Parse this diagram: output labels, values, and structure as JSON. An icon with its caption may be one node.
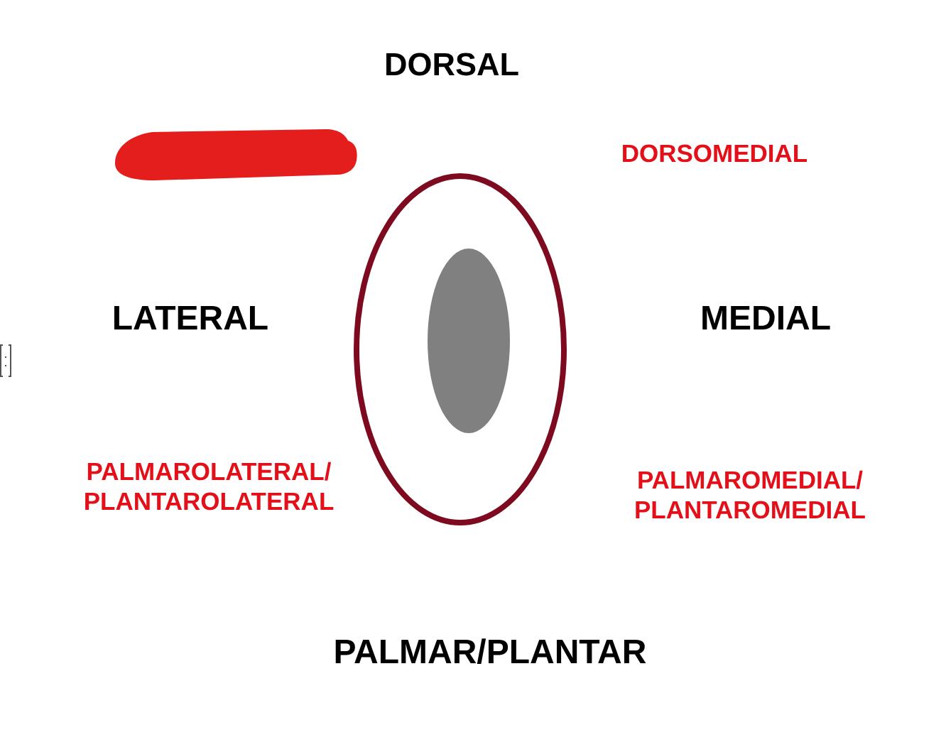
{
  "diagram": {
    "labels": [
      "DORSAL",
      "DORSOMEDIAL",
      "LATERAL",
      "MEDIAL",
      "PALMAROLATERAL/ PLANTAROLATERAL",
      "PALMAROMEDIAL/ PLANTAROMEDIAL",
      "PALMAR/PLANTAR"
    ]
  }
}
